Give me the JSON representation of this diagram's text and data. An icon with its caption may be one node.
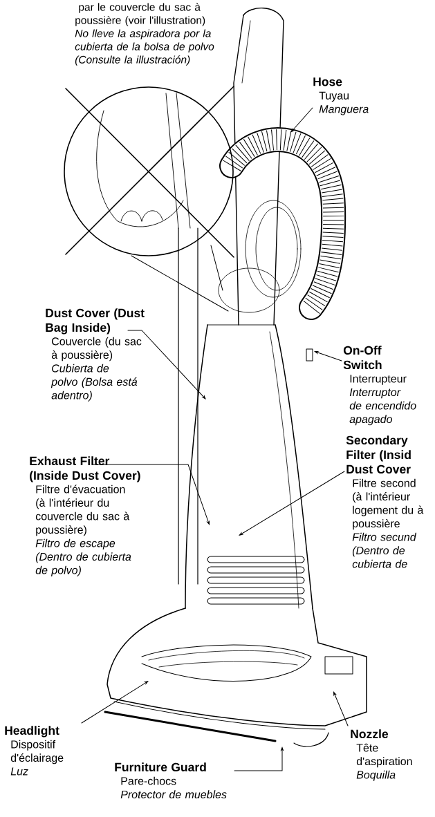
{
  "diagram": {
    "nodes": [
      {
        "text": [
          "Hose",
          "Tuyau",
          "Manguera"
        ]
      },
      {
        "text": [
          "Dust Cover (Dust Bag Inside)",
          "Couvercle (du sac à poussière)",
          "Cubierta de polvo (Bolsa está adentro)"
        ]
      },
      {
        "text": [
          "On-Off Switch",
          "Interrupteur",
          "Interruptor de encendido apagado"
        ]
      },
      {
        "text": [
          "Secondary Filter (Insid Dust Cover",
          "Filtre second (à l'intérieur logement du à poussière",
          "Filtro secund (Dentro de cubierta de"
        ]
      },
      {
        "text": [
          "Exhaust Filter (Inside Dust Cover)",
          "Filtre d'évacuation (à l'intérieur du couvercle du sac à poussière)",
          "Filtro de escape (Dentro de cubierta de polvo)"
        ]
      },
      {
        "text": [
          "Headlight",
          "Dispositif d'éclairage",
          "Luz"
        ]
      },
      {
        "text": [
          "Furniture Guard",
          "Pare-chocs",
          "Protector de muebles"
        ]
      },
      {
        "text": [
          "Nozzle",
          "Tête d'aspiration",
          "Boquilla"
        ]
      }
    ],
    "edges": [
      {
        "from": 0,
        "to": null,
        "arrow": "to"
      },
      {
        "from": 1,
        "to": null,
        "arrow": "to"
      },
      {
        "from": 2,
        "to": null,
        "arrow": "to"
      },
      {
        "from": 3,
        "to": null,
        "arrow": "to"
      },
      {
        "from": 4,
        "to": null,
        "arrow": "to"
      },
      {
        "from": 5,
        "to": null,
        "arrow": "to"
      },
      {
        "from": 6,
        "to": null,
        "arrow": "to"
      },
      {
        "from": 7,
        "to": null,
        "arrow": "to"
      }
    ],
    "labels": [
      "par le couvercle du sac à poussière (voir l'illustration)",
      "No lleve la aspiradora por la cubierta de la bolsa de polvo (Consulte la illustración)"
    ]
  }
}
